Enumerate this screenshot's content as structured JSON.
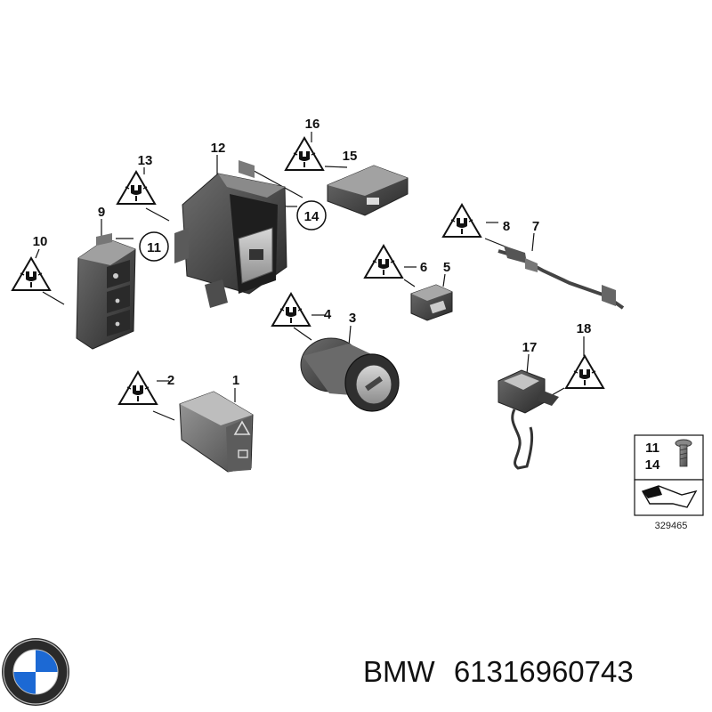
{
  "callouts": [
    {
      "id": "c1",
      "label": "1"
    },
    {
      "id": "c2",
      "label": "2"
    },
    {
      "id": "c3",
      "label": "3"
    },
    {
      "id": "c4",
      "label": "4"
    },
    {
      "id": "c5",
      "label": "5"
    },
    {
      "id": "c6",
      "label": "6"
    },
    {
      "id": "c7",
      "label": "7"
    },
    {
      "id": "c8",
      "label": "8"
    },
    {
      "id": "c9",
      "label": "9"
    },
    {
      "id": "c10",
      "label": "10"
    },
    {
      "id": "c11",
      "label": "11"
    },
    {
      "id": "c12",
      "label": "12"
    },
    {
      "id": "c13",
      "label": "13"
    },
    {
      "id": "c14",
      "label": "14"
    },
    {
      "id": "c15",
      "label": "15"
    },
    {
      "id": "c16",
      "label": "16"
    },
    {
      "id": "c17",
      "label": "17"
    },
    {
      "id": "c18",
      "label": "18"
    }
  ],
  "legend_box": {
    "lines": [
      "11",
      "14"
    ],
    "diagram_number": "329465"
  },
  "footer": {
    "brand": "BMW",
    "part_number": "61316960743"
  },
  "icons": {
    "warning": "esd-warning-triangle-icon",
    "logo": "bmw-roundel-logo"
  }
}
